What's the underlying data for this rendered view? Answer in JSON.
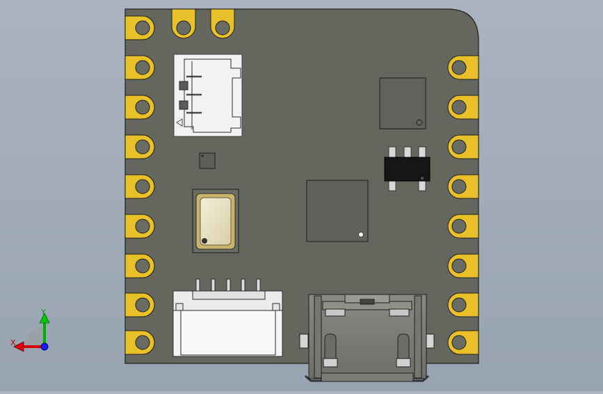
{
  "view": {
    "background_top": "#aab3c0",
    "background_bottom": "#98a3b2"
  },
  "board": {
    "pcb_color": "#65665e",
    "pad_color": "#e8c02a",
    "left_castellations": 9,
    "right_castellations": 8,
    "top_castellations": 2
  },
  "axis_triad": {
    "x_label": "X",
    "y_label": "Y",
    "x_color": "#d40000",
    "y_color": "#00b000",
    "z_color": "#1a1aff"
  }
}
